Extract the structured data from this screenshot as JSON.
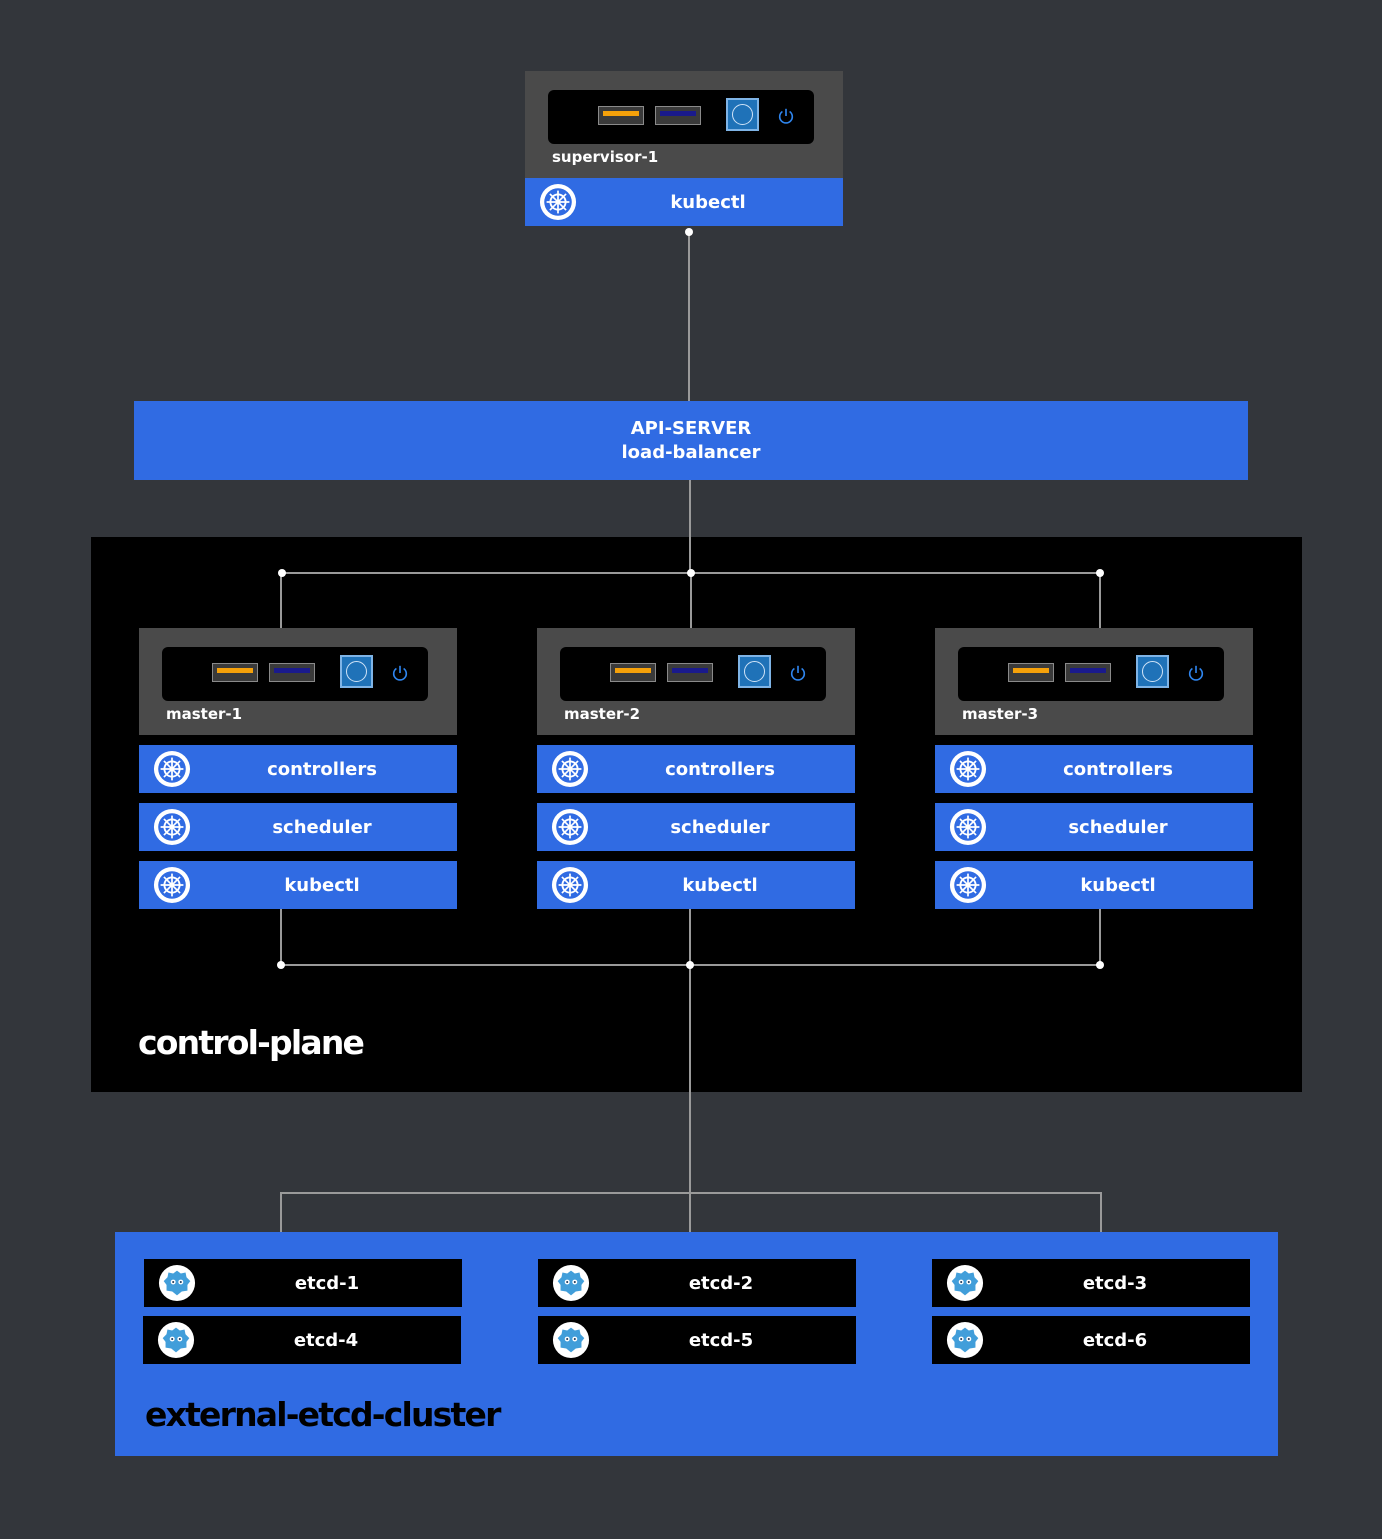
{
  "supervisor": {
    "hostname": "supervisor-1",
    "service": "kubectl"
  },
  "load_balancer": {
    "line1": "API-SERVER",
    "line2": "load-balancer"
  },
  "control_plane": {
    "title": "control-plane",
    "masters": [
      {
        "hostname": "master-1",
        "services": [
          "controllers",
          "scheduler",
          "kubectl"
        ]
      },
      {
        "hostname": "master-2",
        "services": [
          "controllers",
          "scheduler",
          "kubectl"
        ]
      },
      {
        "hostname": "master-3",
        "services": [
          "controllers",
          "scheduler",
          "kubectl"
        ]
      }
    ]
  },
  "etcd_cluster": {
    "title": "external-etcd-cluster",
    "nodes": [
      "etcd-1",
      "etcd-2",
      "etcd-3",
      "etcd-4",
      "etcd-5",
      "etcd-6"
    ]
  },
  "colors": {
    "background": "#33363b",
    "accent_blue": "#306be3",
    "chassis": "#4a4a4a",
    "port_orange": "#f5a10a",
    "port_navy": "#1a1a8c",
    "wire": "#9a9a9a"
  },
  "icons": {
    "service": "kubernetes-helm-icon",
    "etcd": "etcd-robot-icon",
    "cpu": "intel-celeron-chip-icon",
    "power": "power-icon"
  }
}
